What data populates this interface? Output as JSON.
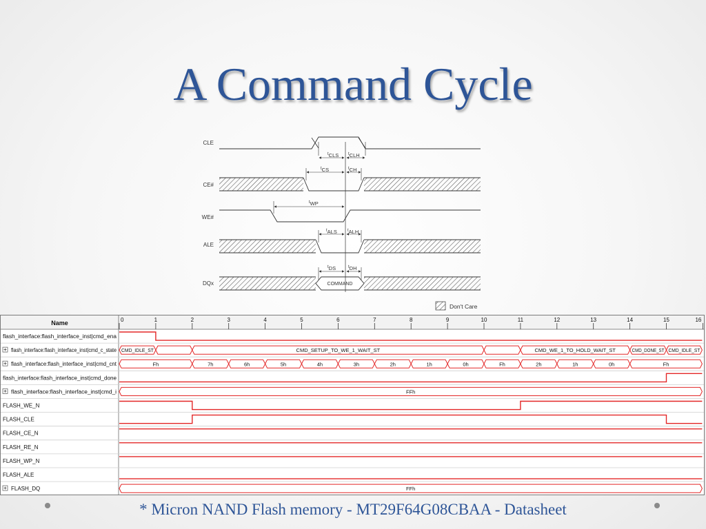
{
  "slide": {
    "title": "A Command Cycle",
    "footer": "* Micron NAND Flash memory - MT29F64G08CBAA - Datasheet"
  },
  "timing_diagram": {
    "signals": [
      "CLE",
      "CE#",
      "WE#",
      "ALE",
      "DQx"
    ],
    "params": {
      "cls": {
        "t": "t",
        "sub": "CLS"
      },
      "clh": {
        "t": "t",
        "sub": "CLH"
      },
      "cs": {
        "t": "t",
        "sub": "CS"
      },
      "ch": {
        "t": "t",
        "sub": "CH"
      },
      "wp": {
        "t": "t",
        "sub": "WP"
      },
      "als": {
        "t": "t",
        "sub": "ALS"
      },
      "alh": {
        "t": "t",
        "sub": "ALH"
      },
      "ds": {
        "t": "t",
        "sub": "DS"
      },
      "dh": {
        "t": "t",
        "sub": "DH"
      }
    },
    "command_label": "COMMAND",
    "legend": "Don't Care"
  },
  "waveform": {
    "name_header": "Name",
    "ticks": [
      "0",
      "1",
      "2",
      "3",
      "4",
      "5",
      "6",
      "7",
      "8",
      "9",
      "10",
      "11",
      "12",
      "13",
      "14",
      "15",
      "16"
    ],
    "rows": [
      {
        "name": "flash_interface:flash_interface_inst|cmd_ena",
        "type": "bit",
        "expand": false,
        "start": 1,
        "changes": [
          1
        ]
      },
      {
        "name": "flash_interface:flash_interface_inst|cmd_c_state",
        "type": "bus",
        "expand": true,
        "segments": [
          {
            "from": 0,
            "to": 1,
            "label": "CMD_IDLE_ST"
          },
          {
            "from": 1,
            "to": 2,
            "label": ""
          },
          {
            "from": 2,
            "to": 10,
            "label": "CMD_SETUP_TO_WE_1_WAIT_ST"
          },
          {
            "from": 10,
            "to": 11,
            "label": ""
          },
          {
            "from": 11,
            "to": 14,
            "label": "CMD_WE_1_TO_HOLD_WAIT_ST"
          },
          {
            "from": 14,
            "to": 15,
            "label": "CMD_DONE_ST"
          },
          {
            "from": 15,
            "to": 16,
            "label": "CMD_IDLE_ST"
          }
        ]
      },
      {
        "name": "flash_interface:flash_interface_inst|cmd_cnt",
        "type": "bus",
        "expand": true,
        "segments": [
          {
            "from": 0,
            "to": 2,
            "label": "Fh"
          },
          {
            "from": 2,
            "to": 3,
            "label": "7h"
          },
          {
            "from": 3,
            "to": 4,
            "label": "6h"
          },
          {
            "from": 4,
            "to": 5,
            "label": "5h"
          },
          {
            "from": 5,
            "to": 6,
            "label": "4h"
          },
          {
            "from": 6,
            "to": 7,
            "label": "3h"
          },
          {
            "from": 7,
            "to": 8,
            "label": "2h"
          },
          {
            "from": 8,
            "to": 9,
            "label": "1h"
          },
          {
            "from": 9,
            "to": 10,
            "label": "0h"
          },
          {
            "from": 10,
            "to": 11,
            "label": "Fh"
          },
          {
            "from": 11,
            "to": 12,
            "label": "2h"
          },
          {
            "from": 12,
            "to": 13,
            "label": "1h"
          },
          {
            "from": 13,
            "to": 14,
            "label": "0h"
          },
          {
            "from": 14,
            "to": 16,
            "label": "Fh"
          }
        ]
      },
      {
        "name": "flash_interface:flash_interface_inst|cmd_done",
        "type": "bit",
        "expand": false,
        "start": 0,
        "changes": [
          15
        ]
      },
      {
        "name": "flash_interface:flash_interface_inst|cmd_i",
        "type": "bus",
        "expand": true,
        "segments": [
          {
            "from": 0,
            "to": 16,
            "label": "FFh"
          }
        ]
      },
      {
        "name": "FLASH_WE_N",
        "type": "bit",
        "expand": false,
        "start": 1,
        "changes": [
          2,
          11
        ]
      },
      {
        "name": "FLASH_CLE",
        "type": "bit",
        "expand": false,
        "start": 0,
        "changes": [
          2,
          15
        ]
      },
      {
        "name": "FLASH_CE_N",
        "type": "bit",
        "expand": false,
        "start": 1,
        "changes": []
      },
      {
        "name": "FLASH_RE_N",
        "type": "bit",
        "expand": false,
        "start": 1,
        "changes": []
      },
      {
        "name": "FLASH_WP_N",
        "type": "bit",
        "expand": false,
        "start": 1,
        "changes": []
      },
      {
        "name": "FLASH_ALE",
        "type": "bit",
        "expand": false,
        "start": 0,
        "changes": []
      },
      {
        "name": "FLASH_DQ",
        "type": "bus",
        "expand": true,
        "segments": [
          {
            "from": 0,
            "to": 16,
            "label": "FFh"
          }
        ]
      }
    ]
  },
  "colors": {
    "title": "#2e5597",
    "wave": "#e32626",
    "ink": "#333333"
  }
}
